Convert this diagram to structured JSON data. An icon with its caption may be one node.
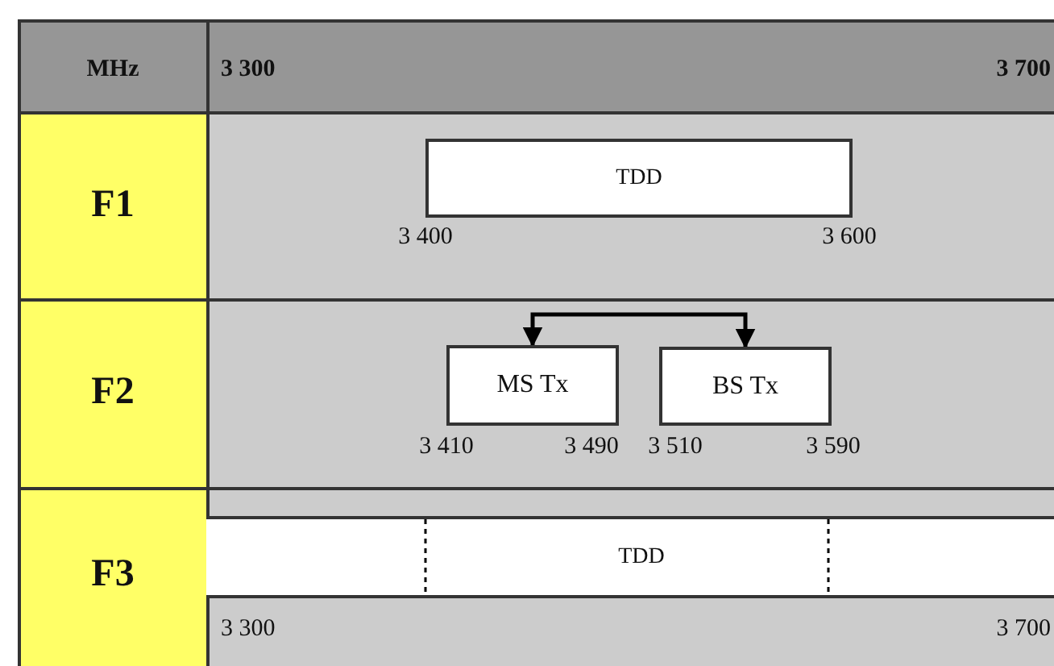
{
  "diagram": {
    "nodes": [
      {
        "text": [
          "TDD"
        ]
      },
      {
        "text": [
          "MS Tx"
        ]
      },
      {
        "text": [
          "BS Tx"
        ]
      },
      {
        "text": [
          "TDD"
        ]
      }
    ],
    "edges": [
      {
        "from": 1,
        "to": 2,
        "arrow": "both"
      }
    ],
    "labels": [
      "MHz",
      "3 300",
      "3 700",
      "F1",
      "3 400",
      "3 600",
      "F2",
      "3 410",
      "3 490",
      "3 510",
      "3 590",
      "F3",
      "3 300",
      "3 700"
    ]
  }
}
